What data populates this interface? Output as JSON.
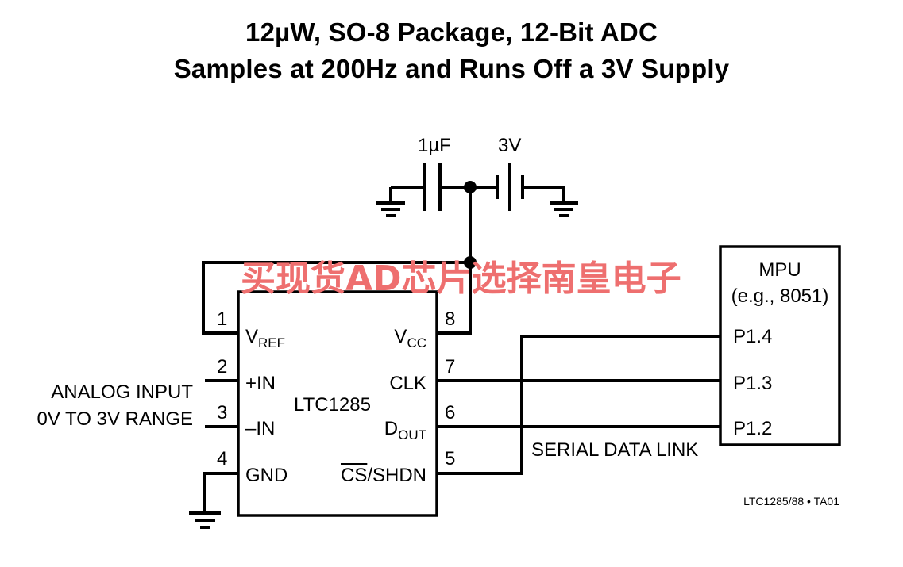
{
  "title": {
    "line1": "12µW, SO-8 Package, 12-Bit ADC",
    "line2": "Samples at 200Hz and Runs Off a 3V Supply"
  },
  "components": {
    "capacitor": {
      "value": "1µF"
    },
    "battery": {
      "value": "3V"
    },
    "adc": {
      "name": "LTC1285",
      "pins": [
        {
          "num": "1",
          "label": "V",
          "sub": "REF"
        },
        {
          "num": "2",
          "label": "+IN"
        },
        {
          "num": "3",
          "label": "–IN"
        },
        {
          "num": "4",
          "label": "GND"
        },
        {
          "num": "5",
          "overbar": "CS",
          "label": "/SHDN"
        },
        {
          "num": "6",
          "label": "D",
          "sub": "OUT"
        },
        {
          "num": "7",
          "label": "CLK"
        },
        {
          "num": "8",
          "label": "V",
          "sub": "CC"
        }
      ]
    },
    "mpu": {
      "title": "MPU",
      "subtitle": "(e.g., 8051)",
      "ports": [
        "P1.4",
        "P1.3",
        "P1.2"
      ]
    }
  },
  "labels": {
    "analog_input_line1": "ANALOG INPUT",
    "analog_input_line2": "0V TO 3V RANGE",
    "serial_link": "SERIAL DATA LINK",
    "figure_ref": "LTC1285/88 • TA01"
  },
  "watermark": "买现货AD芯片选择南皇电子"
}
